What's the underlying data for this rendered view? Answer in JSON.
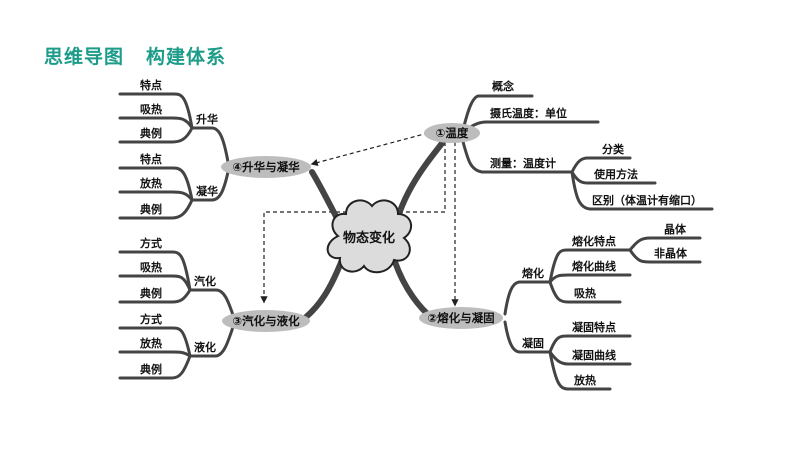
{
  "header": {
    "title_1": "思维导图",
    "title_2": "构建体系"
  },
  "diagram": {
    "center": "物态变化",
    "nodes": {
      "temperature": {
        "title": "①温度",
        "concept": "概念",
        "celsius": "摄氏温度：单位",
        "measure": "测量：温度计",
        "classify": "分类",
        "usage": "使用方法",
        "difference": "区别（体温计有缩口）"
      },
      "melting": {
        "title": "②熔化与凝固",
        "melt": "熔化",
        "melt_features": "熔化特点",
        "crystal": "晶体",
        "non_crystal": "非晶体",
        "melt_curve": "熔化曲线",
        "melt_absorb": "吸热",
        "solidify": "凝固",
        "solid_features": "凝固特点",
        "solid_curve": "凝固曲线",
        "solid_release": "放热"
      },
      "vaporization": {
        "title": "③汽化与液化",
        "vapor": "汽化",
        "vapor_ways": "方式",
        "vapor_absorb": "吸热",
        "vapor_example": "典例",
        "liquefy": "液化",
        "liq_ways": "方式",
        "liq_release": "放热",
        "liq_example": "典例"
      },
      "sublimation": {
        "title": "④升华与凝华",
        "sublime": "升华",
        "sub_features": "特点",
        "sub_absorb": "吸热",
        "sub_example": "典例",
        "deposit": "凝华",
        "dep_features": "特点",
        "dep_release": "放热",
        "dep_example": "典例"
      }
    }
  }
}
